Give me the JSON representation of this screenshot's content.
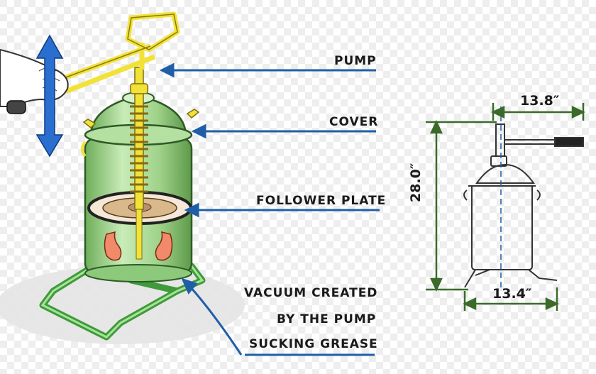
{
  "labels": {
    "pump": "PUMP",
    "cover": "COVER",
    "follower_plate": "FOLLOWER PLATE",
    "vacuum_line1": "VACUUM CREATED",
    "vacuum_line2": "BY THE PUMP",
    "vacuum_line3": "SUCKING GREASE"
  },
  "dimensions": {
    "width_top": "13.8″",
    "height": "28.0″",
    "width_bottom": "13.4″"
  },
  "colors": {
    "arrow_blue": "#1f5fa8",
    "dimension_green": "#3a6b2a",
    "container_green": "#9fd28a",
    "stand_green": "#3f9a3a",
    "handle_yellow": "#f2e238",
    "motion_arrow_blue": "#2a6fd0"
  }
}
